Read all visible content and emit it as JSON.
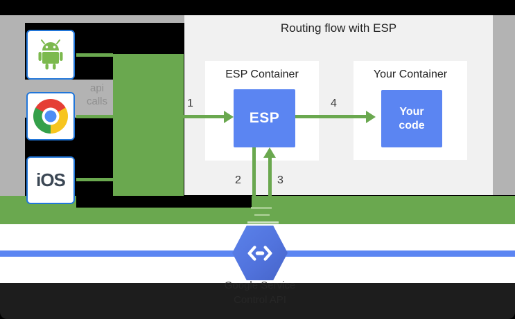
{
  "diagram": {
    "title": "Routing flow with ESP",
    "clients": {
      "android_icon": "android-robot-icon",
      "chrome_icon": "chrome-browser-icon",
      "ios_label": "iOS"
    },
    "api_calls": {
      "line1": "api",
      "line2": "calls"
    },
    "esp_container": {
      "title": "ESP Container",
      "box_label": "ESP"
    },
    "your_container": {
      "title": "Your Container",
      "box_label": "Your code"
    },
    "steps": {
      "s1": "1",
      "s2": "2",
      "s3": "3",
      "s4": "4"
    },
    "endpoints": {
      "icon": "code-brackets-hexagon-icon",
      "label_line1": "Google Service",
      "label_line2": "Control API"
    },
    "colors": {
      "green": "#6aa84f",
      "blue_box": "#5b85f2",
      "hexagon_blue": "#5173dd",
      "client_border_blue": "#2176d9",
      "gray_backdrop": "#b3b3b3",
      "panel_gray": "#f1f1f1",
      "footer_dark": "#212121"
    }
  }
}
